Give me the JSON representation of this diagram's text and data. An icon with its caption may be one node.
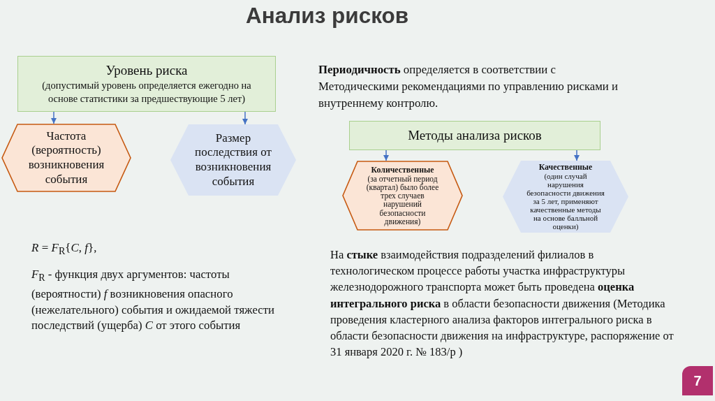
{
  "diagram": {
    "title": "Анализ рисков",
    "nodes": [
      {
        "text": [
          "Уровень риска",
          "(допустимый уровень определяется ежегодно на основе статистики за предшествующие 5 лет)"
        ]
      },
      {
        "text": [
          "Частота (вероятность) возникновения события"
        ]
      },
      {
        "text": [
          "Размер последствия от возникновения события"
        ]
      },
      {
        "text": [
          "Методы анализа рисков"
        ]
      },
      {
        "text": [
          "Количественные",
          "(за отчетный период (квартал) было более трех случаев нарушений безопасности движения)"
        ]
      },
      {
        "text": [
          "Качественные",
          "(один случай нарушения безопасности движения за 5 лет, применяют качественные методы на основе балльной оценки)"
        ]
      }
    ],
    "edges": [
      {
        "from": 0,
        "to": 1,
        "arrow": "to"
      },
      {
        "from": 0,
        "to": 2,
        "arrow": "to"
      },
      {
        "from": 3,
        "to": 4,
        "arrow": "to"
      },
      {
        "from": 3,
        "to": 5,
        "arrow": "to"
      }
    ],
    "labels": [
      "**Периодичность** определяется в соответствии с Методическими рекомендациями по управлению рисками и внутреннему контролю.",
      "*R* = *F*$_{R}${*C*, *f*},",
      "*F*$_{R}$ - функция двух аргументов: частоты (вероятности) *f* возникновения опасного (нежелательного) события и ожидаемой тяжести последствий (ущерба) *C* от этого события",
      "На **стыке** взаимодействия подразделений филиалов в технологическом процессе работы участка инфраструктуры железнодорожного транспорта может быть проведена **оценка интегрального риска** в области безопасности движения (Методика проведения кластерного анализа факторов интегрального риска в области безопасности движения на инфраструктуре, распоряжение от 31 января 2020 г. № 183/р )",
      "7"
    ]
  }
}
